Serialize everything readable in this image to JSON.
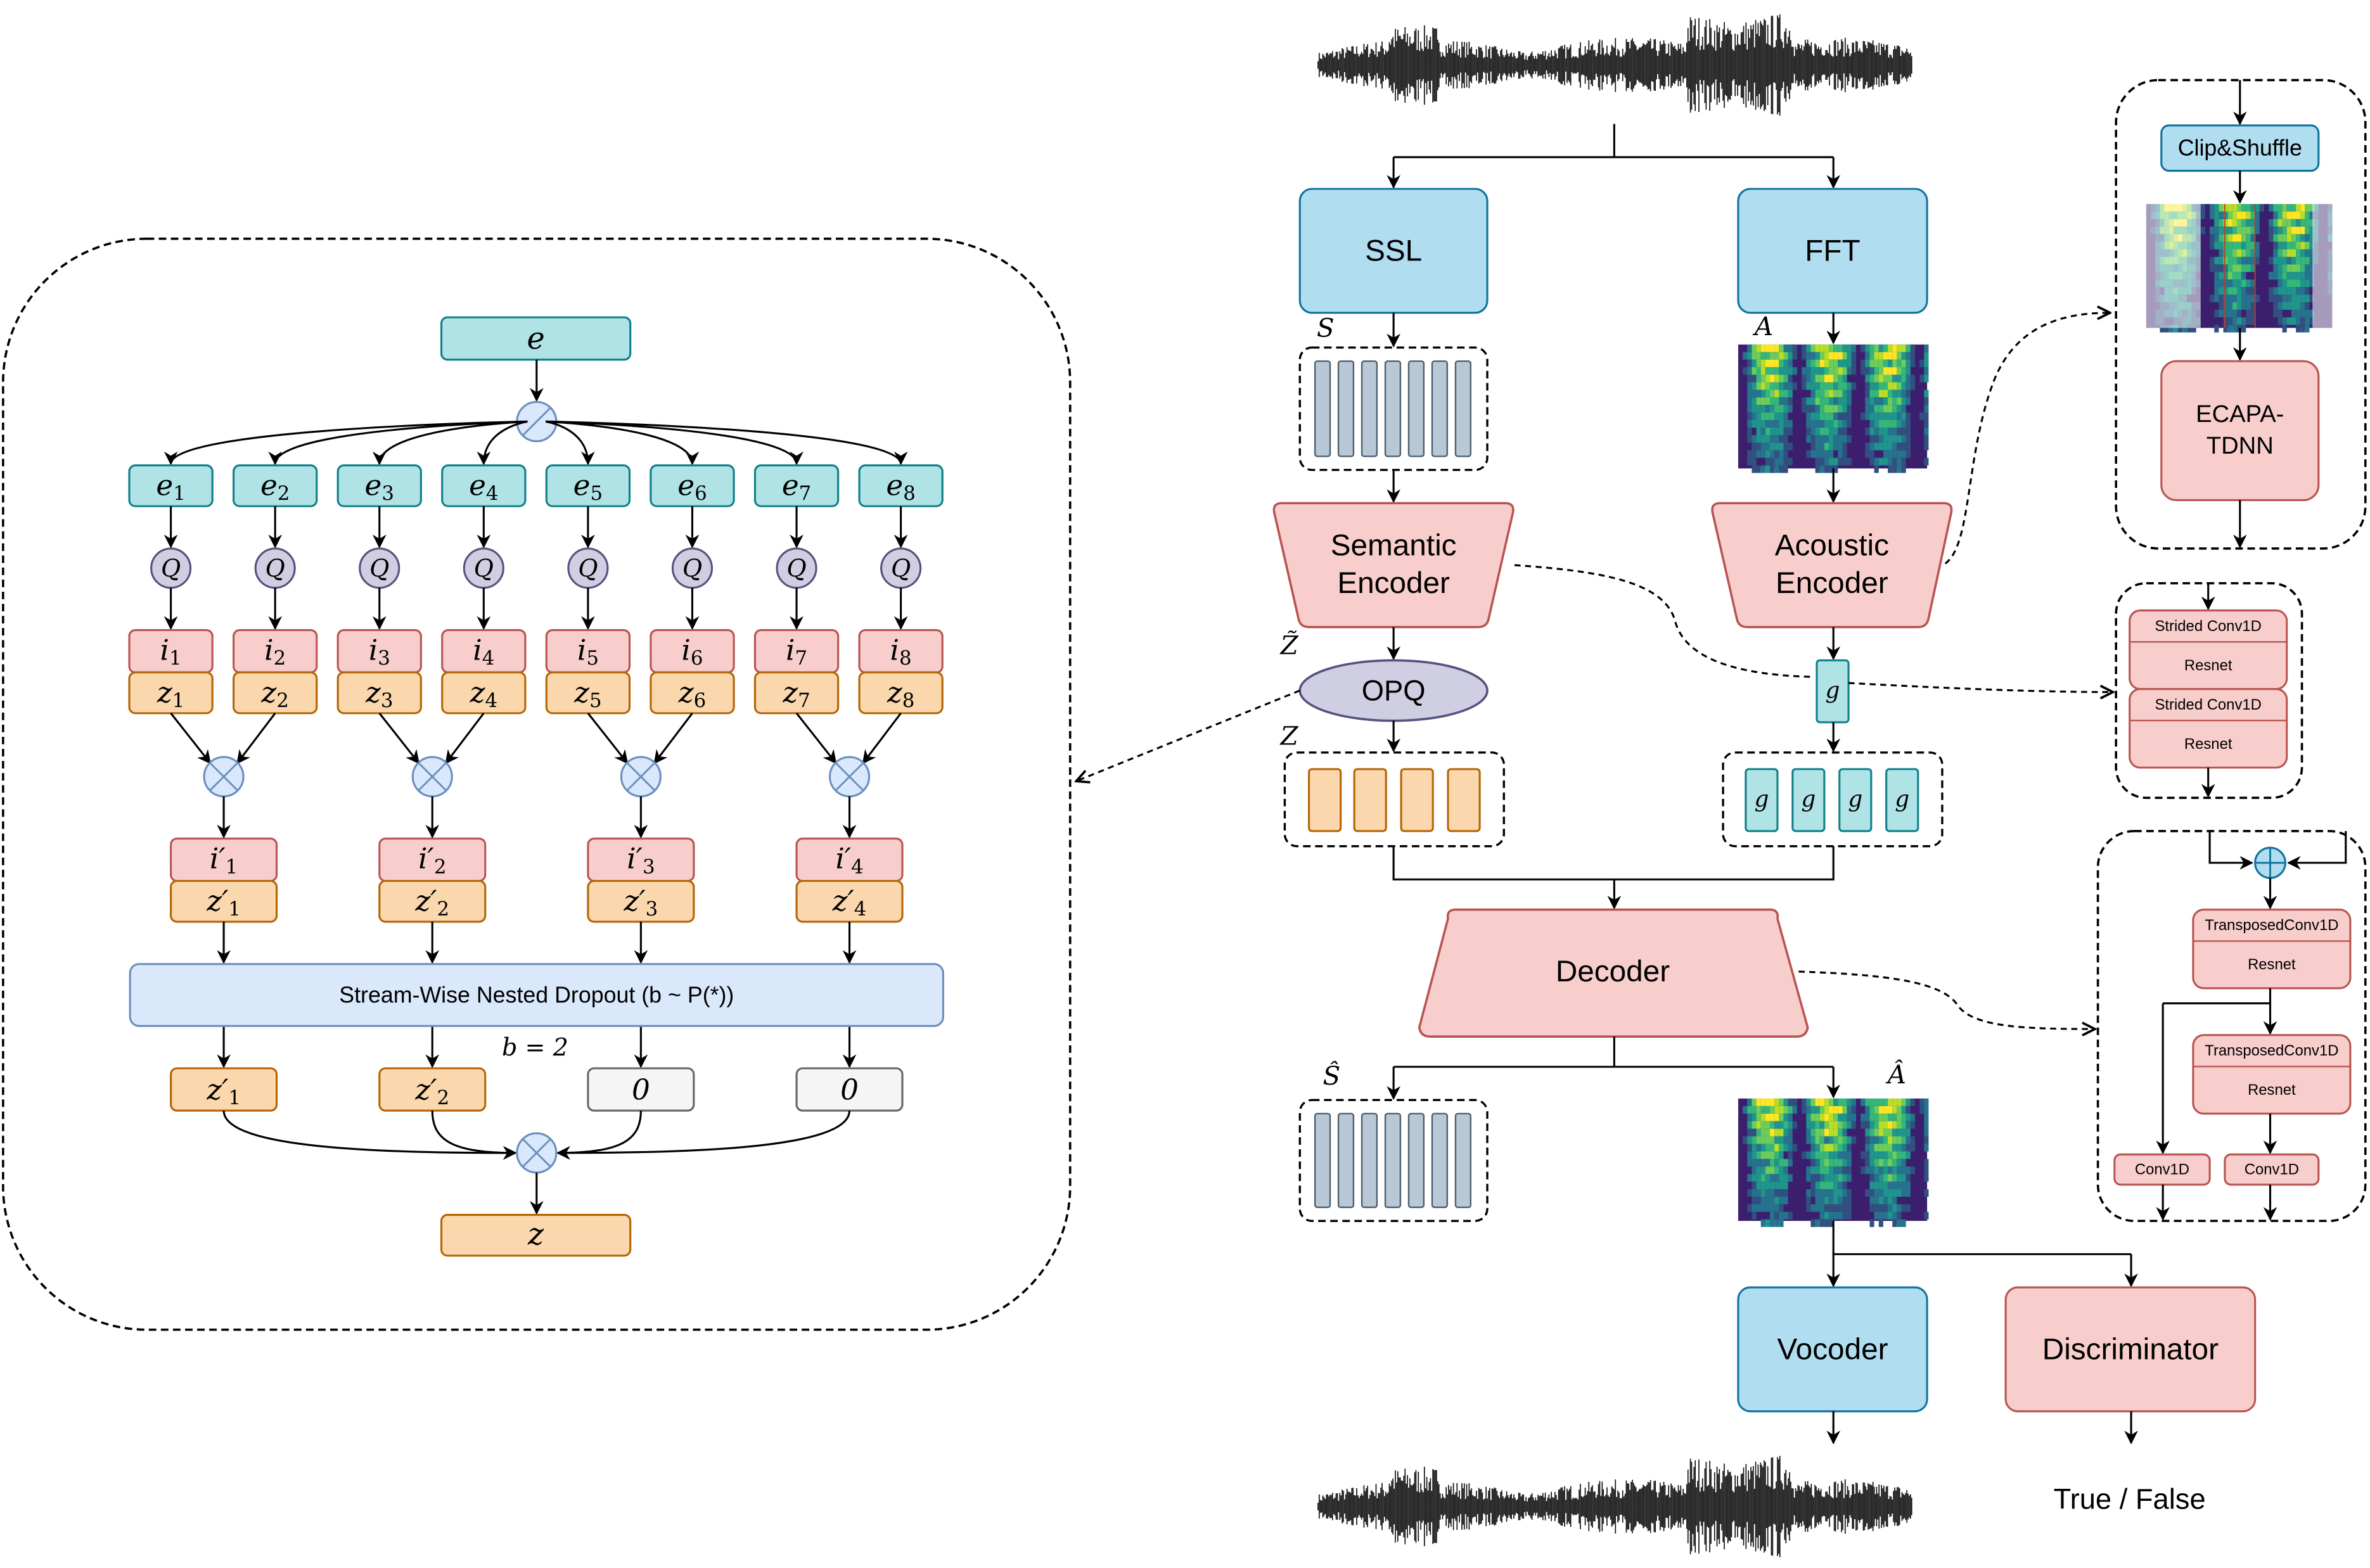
{
  "colors": {
    "teal_fill": "#b0e3e6",
    "teal_stroke": "#0e8088",
    "red_fill": "#f8cecc",
    "red_stroke": "#b85450",
    "orange_fill": "#fad7ac",
    "orange_stroke": "#b46504",
    "blue_fill": "#b1ddf0",
    "blue_stroke": "#10739e",
    "lightblue_fill": "#dae8fc",
    "lightblue_stroke": "#6c8ebf",
    "purple_fill": "#d0cee2",
    "purple_stroke": "#56517e",
    "grey_fill": "#f5f5f5",
    "grey_stroke": "#666666",
    "bar_fill": "#b8c8d6",
    "bar_stroke": "#4d5f70"
  },
  "left_panel": {
    "input": {
      "base": "e",
      "sub": ""
    },
    "streams": [
      {
        "base": "e",
        "sub": "1"
      },
      {
        "base": "e",
        "sub": "2"
      },
      {
        "base": "e",
        "sub": "3"
      },
      {
        "base": "e",
        "sub": "4"
      },
      {
        "base": "e",
        "sub": "5"
      },
      {
        "base": "e",
        "sub": "6"
      },
      {
        "base": "e",
        "sub": "7"
      },
      {
        "base": "e",
        "sub": "8"
      }
    ],
    "quantizer": "Q",
    "indices": [
      {
        "base": "i",
        "sub": "1"
      },
      {
        "base": "i",
        "sub": "2"
      },
      {
        "base": "i",
        "sub": "3"
      },
      {
        "base": "i",
        "sub": "4"
      },
      {
        "base": "i",
        "sub": "5"
      },
      {
        "base": "i",
        "sub": "6"
      },
      {
        "base": "i",
        "sub": "7"
      },
      {
        "base": "i",
        "sub": "8"
      }
    ],
    "codes": [
      {
        "base": "z",
        "sub": "1"
      },
      {
        "base": "z",
        "sub": "2"
      },
      {
        "base": "z",
        "sub": "3"
      },
      {
        "base": "z",
        "sub": "4"
      },
      {
        "base": "z",
        "sub": "5"
      },
      {
        "base": "z",
        "sub": "6"
      },
      {
        "base": "z",
        "sub": "7"
      },
      {
        "base": "z",
        "sub": "8"
      }
    ],
    "merged_indices": [
      {
        "base": "i′",
        "sub": "1"
      },
      {
        "base": "i′",
        "sub": "2"
      },
      {
        "base": "i′",
        "sub": "3"
      },
      {
        "base": "i′",
        "sub": "4"
      }
    ],
    "merged_codes": [
      {
        "base": "z′",
        "sub": "1"
      },
      {
        "base": "z′",
        "sub": "2"
      },
      {
        "base": "z′",
        "sub": "3"
      },
      {
        "base": "z′",
        "sub": "4"
      }
    ],
    "dropout_label": "Stream-Wise Nested Dropout (b ~ P(*))",
    "b_label": "b = 2",
    "outputs": [
      {
        "base": "z′",
        "sub": "1",
        "kind": "code"
      },
      {
        "base": "z′",
        "sub": "2",
        "kind": "code"
      },
      {
        "base": "0",
        "sub": "",
        "kind": "zero"
      },
      {
        "base": "0",
        "sub": "",
        "kind": "zero"
      }
    ],
    "final": {
      "base": "z",
      "sub": ""
    }
  },
  "main": {
    "ssl": "SSL",
    "fft": "FFT",
    "s_label": "S",
    "a_label": "A",
    "semantic_encoder": [
      "Semantic",
      "Encoder"
    ],
    "acoustic_encoder": [
      "Acoustic",
      "Encoder"
    ],
    "z_tilde_label": "Z̃",
    "opq": "OPQ",
    "z_label": "Z",
    "g": "g",
    "decoder": "Decoder",
    "s_hat_label": "Ŝ",
    "a_hat_label": "Â",
    "vocoder": "Vocoder",
    "discriminator": "Discriminator",
    "output_label": "True / False"
  },
  "side_panels": {
    "speaker": {
      "clip": "Clip&Shuffle",
      "ecapa": [
        "ECAPA-",
        "TDNN"
      ]
    },
    "encoder_detail": {
      "blocks": [
        {
          "top": "Strided Conv1D",
          "bottom": "Resnet"
        },
        {
          "top": "Strided Conv1D",
          "bottom": "Resnet"
        }
      ]
    },
    "decoder_detail": {
      "blocks": [
        {
          "top": "TransposedConv1D",
          "bottom": "Resnet"
        },
        {
          "top": "TransposedConv1D",
          "bottom": "Resnet"
        }
      ],
      "heads": [
        "Conv1D",
        "Conv1D"
      ]
    }
  }
}
